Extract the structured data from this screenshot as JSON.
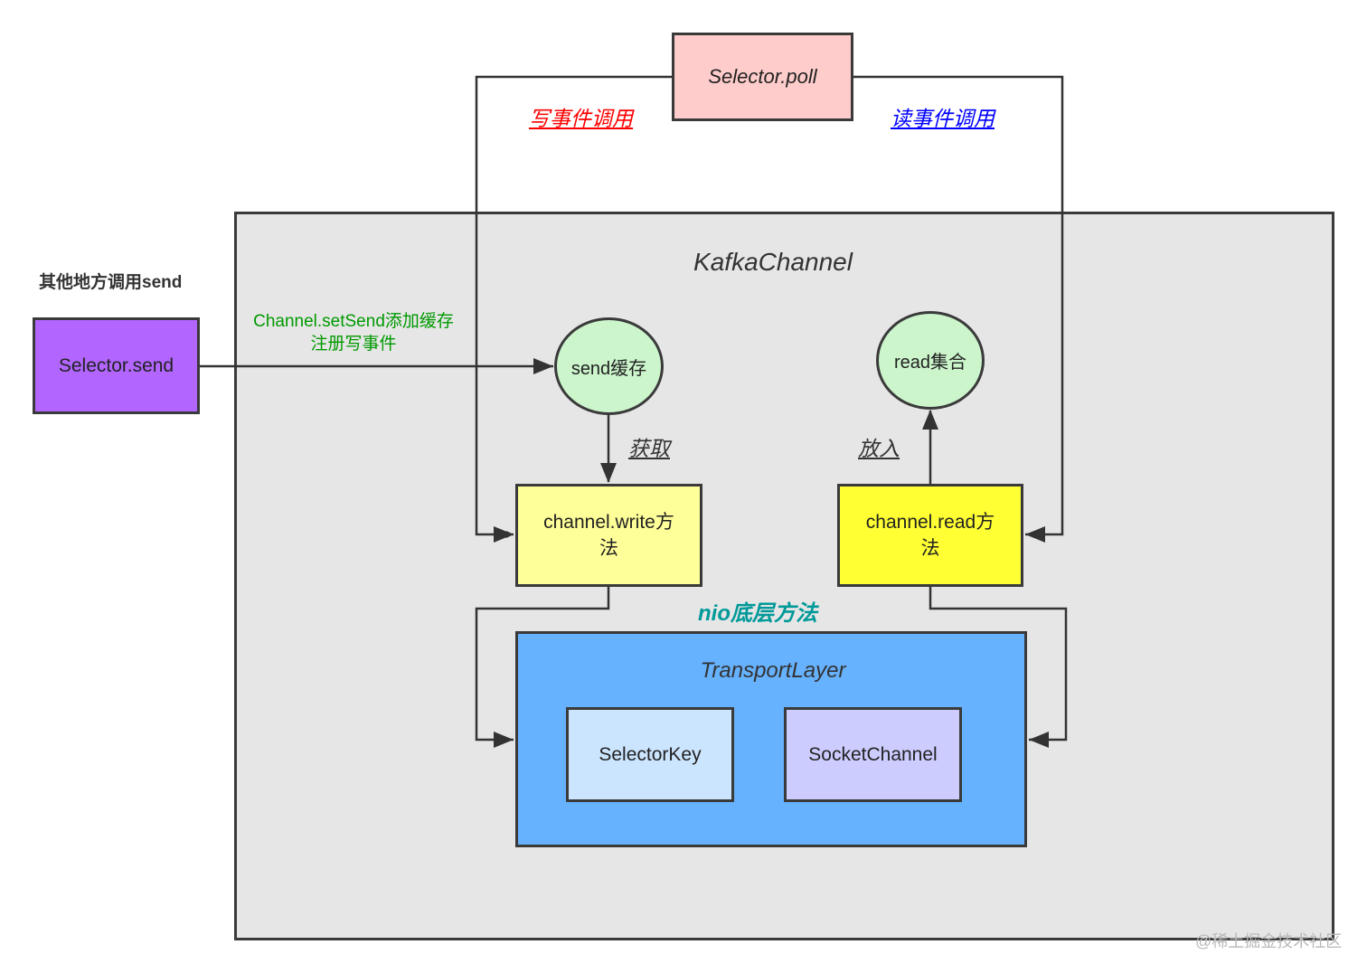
{
  "poll": {
    "label": "Selector.poll"
  },
  "write_call_label": "写事件调用",
  "read_call_label": "读事件调用",
  "kafka_channel": {
    "title": "KafkaChannel"
  },
  "other_send_label": "其他地方调用send",
  "selector_send": {
    "label": "Selector.send"
  },
  "set_send": {
    "line1": "Channel.setSend添加缓存",
    "line2": "注册写事件"
  },
  "send_buffer": {
    "label": "send缓存"
  },
  "read_set": {
    "label": "read集合"
  },
  "fetch_label": "获取",
  "put_label": "放入",
  "channel_write": {
    "line1": "channel.write方",
    "line2": "法"
  },
  "channel_read": {
    "line1": "channel.read方",
    "line2": "法"
  },
  "nio_label": "nio底层方法",
  "transport_layer": {
    "title": "TransportLayer"
  },
  "selector_key": {
    "label": "SelectorKey"
  },
  "socket_channel": {
    "label": "SocketChannel"
  },
  "watermark": "@稀土掘金技术社区",
  "colors": {
    "poll_bg": "#ffcccc",
    "write_call": "#ff0000",
    "read_call": "#0000ff",
    "selector_send_bg": "#b266ff",
    "set_send_text": "#009900",
    "circle_bg": "#ccf5cc",
    "write_box_bg": "#ffff99",
    "read_box_bg": "#ffff33",
    "nio_label": "#009999",
    "transport_bg": "#66b2ff",
    "selector_key_bg": "#cce5ff",
    "socket_channel_bg": "#ccccff",
    "kafka_bg": "#e6e6e6"
  }
}
